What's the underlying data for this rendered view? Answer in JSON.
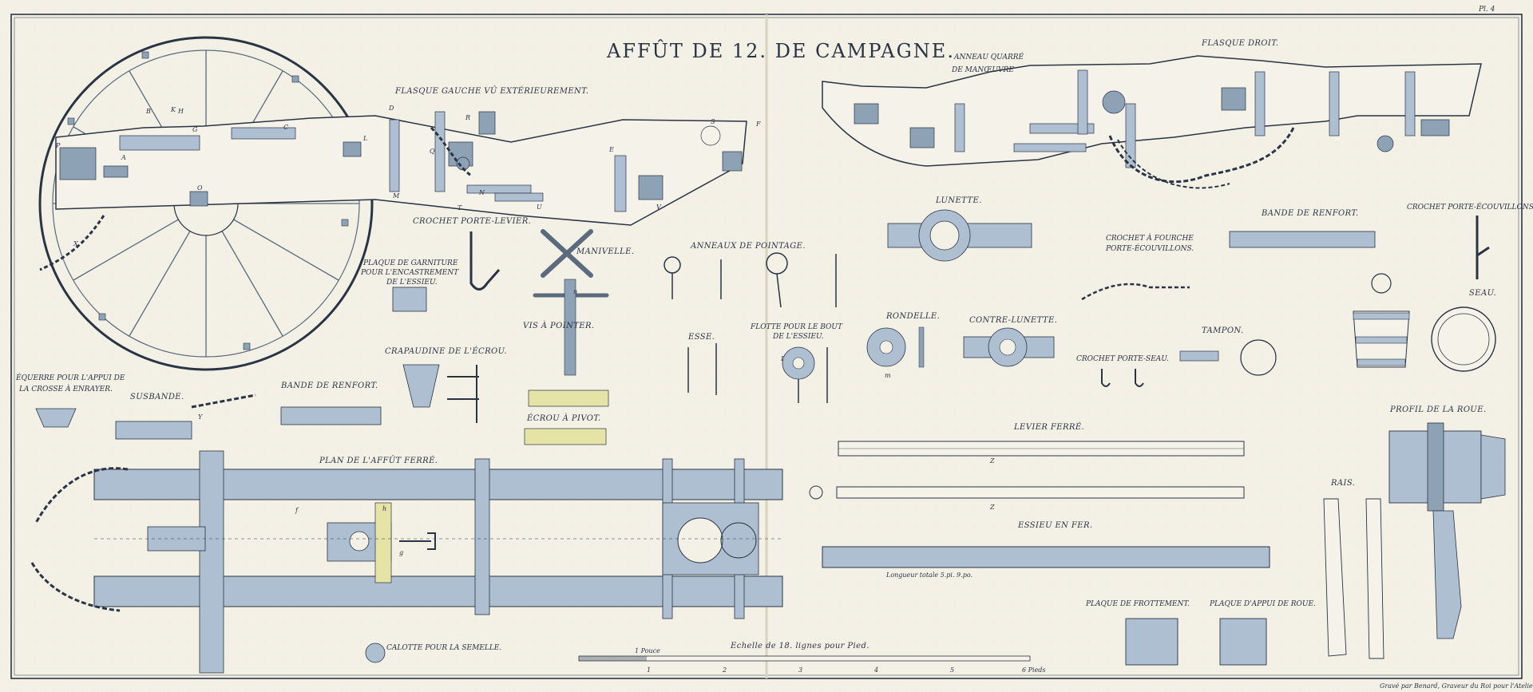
{
  "plate": {
    "title": "AFFÛT DE 12. DE CAMPAGNE.",
    "corner_mark": "Pl. 4",
    "engraver_credit": "Gravé par Benard, Graveur du Roi pour l'Atelier",
    "colors": {
      "paper": "#f3f0e6",
      "ink": "#2a3444",
      "wood_blue": "#aebfd1",
      "iron_grey": "#8ea2b6",
      "brass_yellow": "#e6e3a6"
    }
  },
  "labels": {
    "flasque_gauche": "FLASQUE GAUCHE VÛ EXTÉRIEUREMENT.",
    "flasque_droit": "FLASQUE DROIT.",
    "anneau_quarre": "ANNEAU QUARRÉ",
    "de_manoeuvre": "DE MANŒUVRE",
    "crochet_porte_levier": "CROCHET PORTE-LEVIER.",
    "plaque_garniture_1": "PLAQUE DE GARNITURE",
    "plaque_garniture_2": "POUR L'ENCASTREMENT",
    "plaque_garniture_3": "DE L'ESSIEU.",
    "manivelle": "MANIVELLE.",
    "anneaux_pointage": "ANNEAUX DE POINTAGE.",
    "lunette": "LUNETTE.",
    "crochet_fourche_1": "CROCHET À FOURCHE",
    "crochet_fourche_2": "PORTE-ÉCOUVILLONS.",
    "bande_renfort_right": "BANDE DE RENFORT.",
    "crochet_porte_ecouvillons": "CROCHET PORTE-ÉCOUVILLONS.",
    "seau": "SEAU.",
    "vis_a_pointer": "VIS À POINTER.",
    "esse": "ESSE.",
    "flotte_1": "FLOTTE POUR LE BOUT",
    "flotte_2": "DE L'ESSIEU.",
    "rondelle": "RONDELLE.",
    "contre_lunette": "CONTRE-LUNETTE.",
    "tampon": "TAMPON.",
    "crochet_porte_seau": "CROCHET PORTE-SEAU.",
    "crapaudine": "CRAPAUDINE DE L'ÉCROU.",
    "equerre_1": "ÉQUERRE POUR L'APPUI DE",
    "equerre_2": "LA CROSSE À ENRAYER.",
    "susbande": "SUSBANDE.",
    "bande_renfort_left": "BANDE DE RENFORT.",
    "ecrou_pivot": "ÉCROU À PIVOT.",
    "profil_roue": "PROFIL DE LA ROUE.",
    "levier_ferre": "LEVIER FERRÉ.",
    "plan_affut": "PLAN DE L'AFFÛT FERRÉ.",
    "essieu_fer": "ESSIEU EN FER.",
    "rais": "RAIS.",
    "plaque_frottement": "PLAQUE DE FROTTEMENT.",
    "plaque_appui_roue": "PLAQUE D'APPUI DE ROUE.",
    "calotte": "CALOTTE POUR LA SEMELLE.",
    "echelle": "Echelle de 18. lignes pour Pied.",
    "scale_start": "1 Pouce",
    "scale_end": "6 Pieds",
    "longueur_totale": "Longueur totale 5.pi. 9.po."
  },
  "scale_ticks": [
    "1",
    "2",
    "3",
    "4",
    "5"
  ],
  "part_letters": [
    "A",
    "B",
    "C",
    "D",
    "E",
    "F",
    "G",
    "H",
    "I",
    "K",
    "L",
    "M",
    "N",
    "O",
    "P",
    "Q",
    "R",
    "S",
    "T",
    "U",
    "V",
    "X",
    "Y",
    "Z",
    "Z",
    "f",
    "g",
    "h",
    "m",
    "n"
  ]
}
